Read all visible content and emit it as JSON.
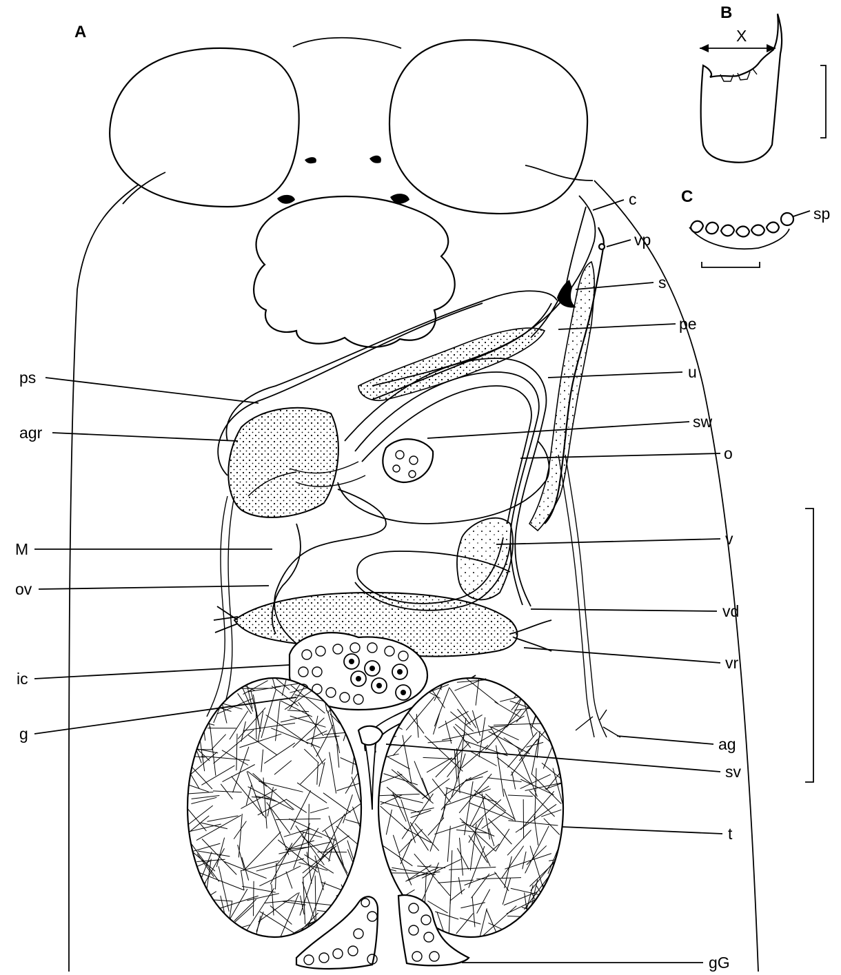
{
  "panels": {
    "a": "A",
    "b": "B",
    "c": "C"
  },
  "panel_b": {
    "measure": "X"
  },
  "panel_c": {
    "sp": "sp"
  },
  "labels": {
    "c": "c",
    "vp": "vp",
    "s": "s",
    "pe": "pe",
    "u": "u",
    "sw": "sw",
    "o": "o",
    "v": "v",
    "vd": "vd",
    "vr": "vr",
    "ag": "ag",
    "sv": "sv",
    "t": "t",
    "gG": "gG",
    "ps": "ps",
    "agr": "agr",
    "M": "M",
    "ov": "ov",
    "ic": "ic",
    "g": "g"
  }
}
